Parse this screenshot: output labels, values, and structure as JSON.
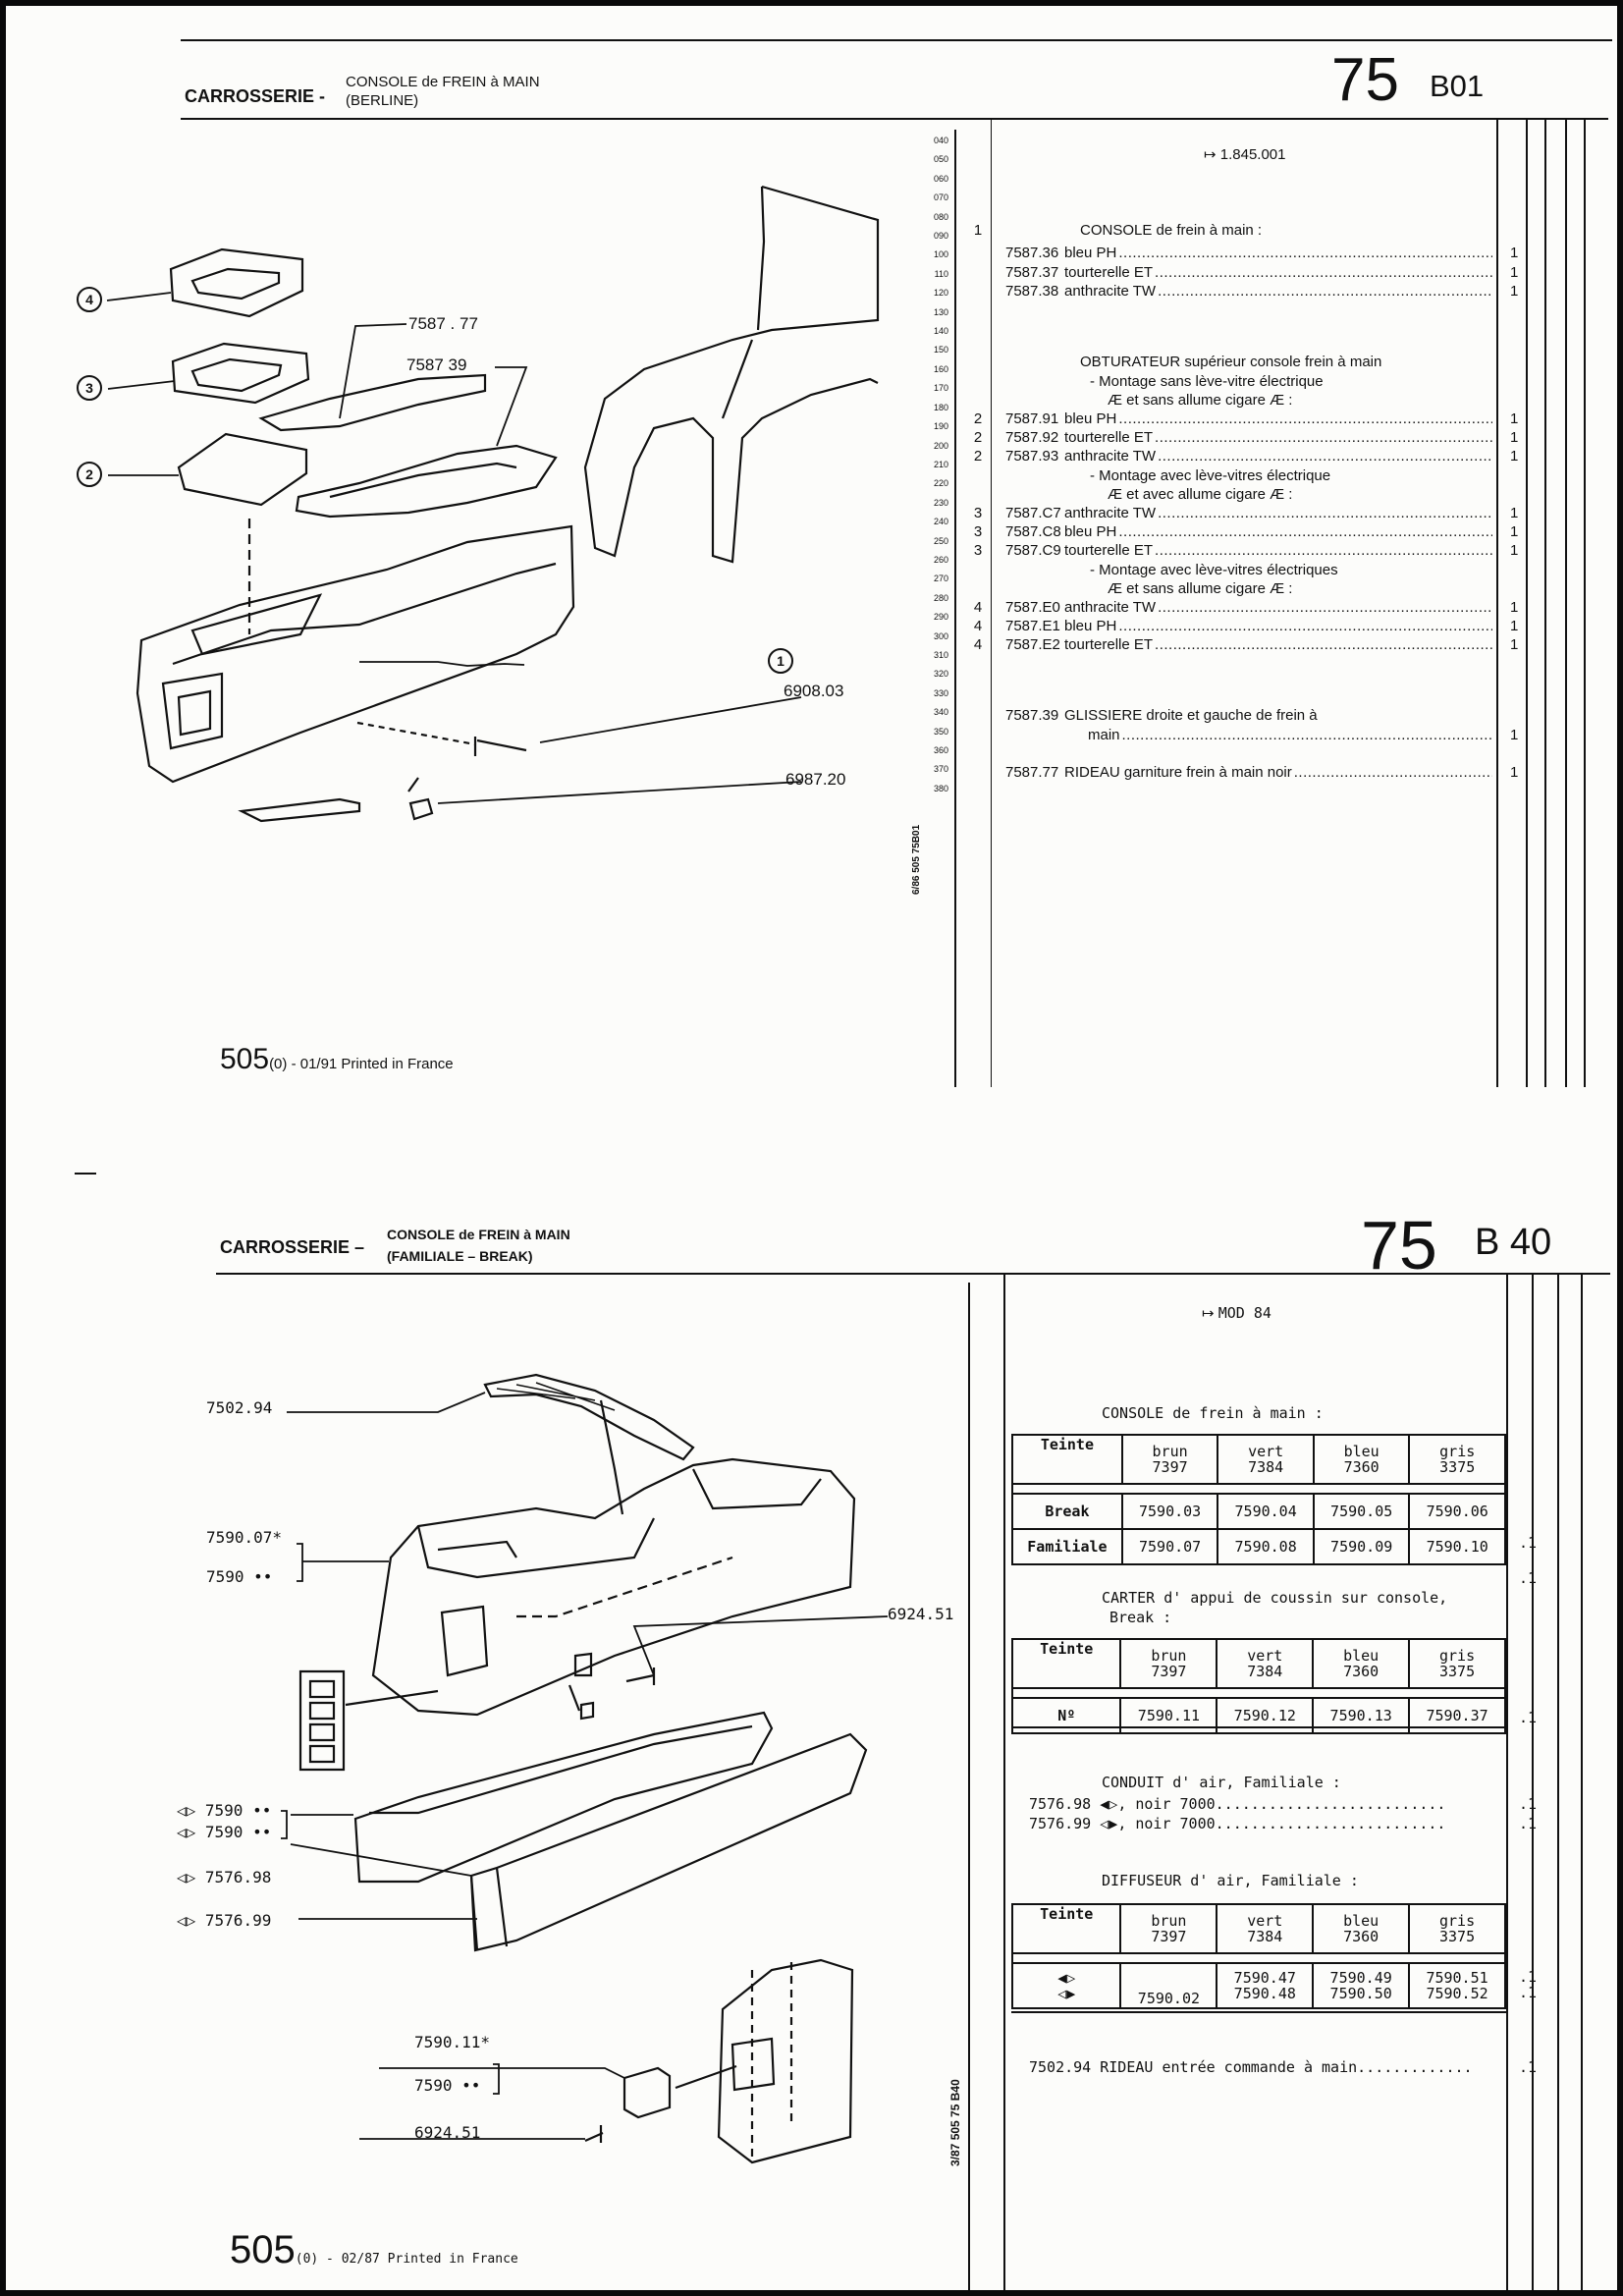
{
  "page1": {
    "section": "CARROSSERIE -",
    "title": "CONSOLE de FREIN à MAIN\n(BERLINE)",
    "page_number": "75",
    "page_code": "B01",
    "footer_model": "505",
    "footer_detail": "(0) - 01/91 Printed in France",
    "side_ref": "6/86 505 75B01",
    "applicability": "1.845.001",
    "line_numbers": [
      "040",
      "050",
      "060",
      "070",
      "080",
      "090",
      "100",
      "110",
      "120",
      "130",
      "140",
      "150",
      "160",
      "170",
      "180",
      "190",
      "200",
      "210",
      "220",
      "230",
      "240",
      "250",
      "260",
      "270",
      "280",
      "290",
      "300",
      "310",
      "320",
      "330",
      "340",
      "350",
      "360",
      "370",
      "380"
    ],
    "rows": [
      {
        "fig": "1",
        "ref": "",
        "text": "CONSOLE de frein à main :",
        "qty": ""
      },
      {
        "fig": "",
        "ref": "7587.36",
        "text": "bleu PH",
        "qty": "1"
      },
      {
        "fig": "",
        "ref": "7587.37",
        "text": "tourterelle ET",
        "qty": "1"
      },
      {
        "fig": "",
        "ref": "7587.38",
        "text": "anthracite  TW",
        "qty": "1"
      },
      {
        "fig": "",
        "ref": "",
        "text": "OBTURATEUR supérieur console frein à main",
        "qty": ""
      },
      {
        "fig": "",
        "ref": "",
        "text": "- Montage sans lève-vitre électrique",
        "qty": ""
      },
      {
        "fig": "",
        "ref": "",
        "text": "Æ  et sans allume cigare  Æ  :",
        "qty": ""
      },
      {
        "fig": "2",
        "ref": "7587.91",
        "text": "bleu PH",
        "qty": "1"
      },
      {
        "fig": "2",
        "ref": "7587.92",
        "text": "tourterelle ET",
        "qty": "1"
      },
      {
        "fig": "2",
        "ref": "7587.93",
        "text": "anthracite  TW",
        "qty": "1"
      },
      {
        "fig": "",
        "ref": "",
        "text": "- Montage avec lève-vitres électrique",
        "qty": ""
      },
      {
        "fig": "",
        "ref": "",
        "text": "Æ  et avec allume cigare  Æ  :",
        "qty": ""
      },
      {
        "fig": "3",
        "ref": "7587.C7",
        "text": "anthracite TW",
        "qty": "1"
      },
      {
        "fig": "3",
        "ref": "7587.C8",
        "text": "bleu PH",
        "qty": "1"
      },
      {
        "fig": "3",
        "ref": "7587.C9",
        "text": "tourterelle ET",
        "qty": "1"
      },
      {
        "fig": "",
        "ref": "",
        "text": "- Montage avec lève-vitres électriques",
        "qty": ""
      },
      {
        "fig": "",
        "ref": "",
        "text": "Æ  et sans allume cigare  Æ  :",
        "qty": ""
      },
      {
        "fig": "4",
        "ref": "7587.E0",
        "text": "anthracite TW",
        "qty": "1"
      },
      {
        "fig": "4",
        "ref": "7587.E1",
        "text": "bleu PH",
        "qty": "1"
      },
      {
        "fig": "4",
        "ref": "7587.E2",
        "text": "tourterelle ET",
        "qty": "1"
      },
      {
        "fig": "",
        "ref": "7587.39",
        "text": "GLISSIERE droite et gauche de frein à",
        "qty": ""
      },
      {
        "fig": "",
        "ref": "",
        "text": "main",
        "qty": "1"
      },
      {
        "fig": "",
        "ref": "7587.77",
        "text": "RIDEAU garniture frein à main noir",
        "qty": "1"
      }
    ],
    "callouts": {
      "c7587_77": "7587 . 77",
      "c7587_39": "7587  39",
      "c6908_03": "6908.03",
      "c6987_20": "6987.20",
      "n1": "1",
      "n2": "2",
      "n3": "3",
      "n4": "4"
    }
  },
  "page2": {
    "section": "CARROSSERIE –",
    "title": "CONSOLE de FREIN à MAIN\n(FAMILIALE – BREAK)",
    "page_number": "75",
    "page_code": "B 40",
    "footer_model": "505",
    "footer_detail": "(0) - 02/87 Printed in France",
    "side_ref": "3/87 505 75 B40",
    "applicability": "MOD 84",
    "console_heading": "CONSOLE de frein à main :",
    "console_table": {
      "columns": [
        {
          "name": "Teinte",
          "code": ""
        },
        {
          "name": "brun",
          "code": "7397"
        },
        {
          "name": "vert",
          "code": "7384"
        },
        {
          "name": "bleu",
          "code": "7360"
        },
        {
          "name": "gris",
          "code": "3375"
        }
      ],
      "rows": [
        {
          "label": "Break",
          "cells": [
            "7590.03",
            "7590.04",
            "7590.05",
            "7590.06"
          ],
          "qty": ".1"
        },
        {
          "label": "Familiale",
          "cells": [
            "7590.07",
            "7590.08",
            "7590.09",
            "7590.10"
          ],
          "qty": ".1"
        }
      ]
    },
    "carter_heading_1": "CARTER d' appui de coussin sur console,",
    "carter_heading_2": "Break :",
    "carter_table": {
      "rows": [
        {
          "label": "Nº",
          "cells": [
            "7590.11",
            "7590.12",
            "7590.13",
            "7590.37"
          ],
          "qty": ".1"
        }
      ]
    },
    "conduit_heading": "CONDUIT d' air, Familiale :",
    "conduit_lines": [
      {
        "ref": "7576.98",
        "text": ", noir 7000..........................",
        "qty": ".1"
      },
      {
        "ref": "7576.99",
        "text": ", noir 7000..........................",
        "qty": ".1"
      }
    ],
    "diffuseur_heading": "DIFFUSEUR d' air, Familiale :",
    "diffuseur_table": {
      "brun": "7590.02",
      "vert": [
        "7590.47",
        "7590.48"
      ],
      "bleu": [
        "7590.49",
        "7590.50"
      ],
      "gris": [
        "7590.51",
        "7590.52"
      ],
      "qty": [
        ".1",
        ".1"
      ]
    },
    "rideau_line": "7502.94 RIDEAU entrée commande à main.............",
    "rideau_qty": ".1",
    "callouts": {
      "c7502_94": "7502.94",
      "c7590_07": "7590.07*",
      "c7590_a": "7590 ••",
      "c6924_51_top": "6924.51",
      "c7590_b": "7590 ••",
      "c7590_c": "7590 ••",
      "c7576_98": "7576.98",
      "c7576_99": "7576.99",
      "c7590_11": "7590.11*",
      "c7590_d": "7590 ••",
      "c6924_51_bot": "6924.51"
    }
  }
}
